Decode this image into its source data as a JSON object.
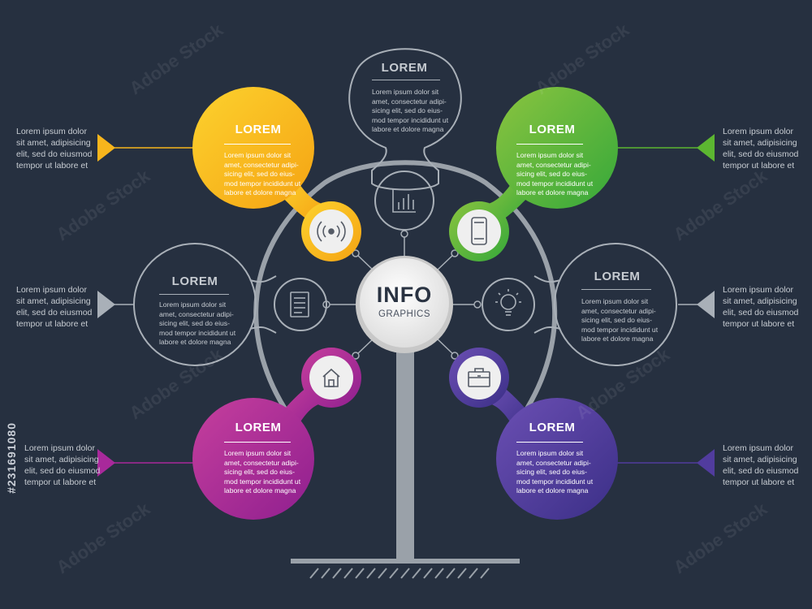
{
  "colors": {
    "background": "#263040",
    "outline": "#a9b0b8",
    "yellow": "#f7b51c",
    "green": "#5cb631",
    "purple_left": "#a8299b",
    "violet_right": "#513c9e",
    "center_disc": "#eeeeee"
  },
  "center": {
    "title": "INFO",
    "subtitle": "GRAPHICS"
  },
  "nodes": {
    "top": {
      "title": "LOREM",
      "text": [
        "Lorem ipsum dolor sit",
        "amet, consectetur adipi-",
        "sicing elit, sed do eius-",
        "mod tempor incididunt ut",
        "labore et dolore magna"
      ],
      "icon": "bar-chart-icon"
    },
    "top_left": {
      "title": "LOREM",
      "text": [
        "Lorem ipsum dolor sit",
        "amet, consectetur adipi-",
        "sicing elit, sed do eius-",
        "mod tempor incididunt ut",
        "labore et dolore magna"
      ],
      "icon": "wifi-signal-icon"
    },
    "top_right": {
      "title": "LOREM",
      "text": [
        "Lorem ipsum dolor sit",
        "amet, consectetur adipi-",
        "sicing elit, sed do eius-",
        "mod tempor incididunt ut",
        "labore et dolore magna"
      ],
      "icon": "smartphone-icon"
    },
    "mid_left": {
      "title": "LOREM",
      "text": [
        "Lorem ipsum dolor sit",
        "amet, consectetur adipi-",
        "sicing elit, sed do eius-",
        "mod tempor incididunt ut",
        "labore et dolore magna"
      ],
      "icon": "document-icon"
    },
    "mid_right": {
      "title": "LOREM",
      "text": [
        "Lorem ipsum dolor sit",
        "amet, consectetur adipi-",
        "sicing elit, sed do eius-",
        "mod tempor incididunt ut",
        "labore et dolore magna"
      ],
      "icon": "lightbulb-icon"
    },
    "bottom_left": {
      "title": "LOREM",
      "text": [
        "Lorem ipsum dolor sit",
        "amet, consectetur adipi-",
        "sicing elit, sed do eius-",
        "mod tempor incididunt ut",
        "labore et dolore magna"
      ],
      "icon": "home-icon"
    },
    "bottom_right": {
      "title": "LOREM",
      "text": [
        "Lorem ipsum dolor sit",
        "amet, consectetur adipi-",
        "sicing elit, sed do eius-",
        "mod tempor incididunt ut",
        "labore et dolore magna"
      ],
      "icon": "briefcase-icon"
    }
  },
  "side_texts": {
    "left_1": [
      "Lorem ipsum dolor",
      "sit amet, adipisicing",
      "elit, sed do eiusmod",
      "tempor ut labore et"
    ],
    "left_2": [
      "Lorem ipsum dolor",
      "sit amet, adipisicing",
      "elit, sed do eiusmod",
      "tempor ut labore et"
    ],
    "left_3": [
      "Lorem ipsum dolor",
      "sit amet, adipisicing",
      "elit, sed do eiusmod",
      "tempor ut labore et"
    ],
    "right_1": [
      "Lorem ipsum dolor",
      "sit amet, adipisicing",
      "elit, sed do eiusmod",
      "tempor ut labore et"
    ],
    "right_2": [
      "Lorem ipsum dolor",
      "sit amet, adipisicing",
      "elit, sed do eiusmod",
      "tempor ut labore et"
    ],
    "right_3": [
      "Lorem ipsum dolor",
      "sit amet, adipisicing",
      "elit, sed do eiusmod",
      "tempor ut labore et"
    ]
  },
  "watermark": "Adobe Stock",
  "stock_id": "#231691080"
}
